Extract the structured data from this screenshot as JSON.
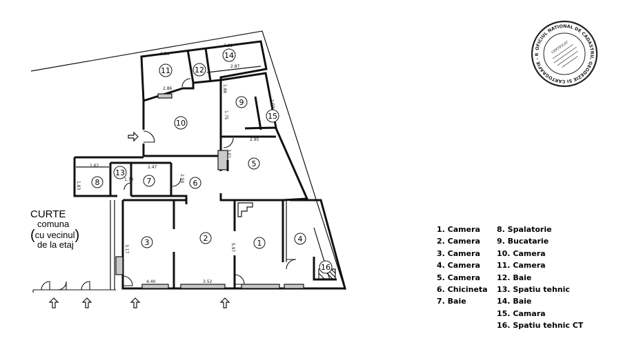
{
  "curte": {
    "title": "CURTE",
    "line1": "comuna",
    "line2": "cu vecinul",
    "line3": "de la etaj"
  },
  "rooms": [
    {
      "num": "1",
      "name": "Camera"
    },
    {
      "num": "2",
      "name": "Camera"
    },
    {
      "num": "3",
      "name": "Camera"
    },
    {
      "num": "4",
      "name": "Camera"
    },
    {
      "num": "5",
      "name": "Camera"
    },
    {
      "num": "6",
      "name": "Chicineta"
    },
    {
      "num": "7",
      "name": "Baie"
    },
    {
      "num": "8",
      "name": "Spalatorie"
    },
    {
      "num": "9",
      "name": "Bucatarie"
    },
    {
      "num": "10",
      "name": "Camera"
    },
    {
      "num": "11",
      "name": "Camera"
    },
    {
      "num": "12",
      "name": "Baie"
    },
    {
      "num": "13",
      "name": "Spatiu tehnic"
    },
    {
      "num": "14",
      "name": "Baie"
    },
    {
      "num": "15",
      "name": "Camara"
    },
    {
      "num": "16",
      "name": "Spatiu tehnic CT"
    }
  ],
  "legend": {
    "col1": [
      "1. Camera",
      "2. Camera",
      "3. Camera",
      "4. Camera",
      "5. Camera",
      "6. Chicineta",
      "7. Baie"
    ],
    "col2": [
      "8. Spalatorie",
      "9. Bucatarie",
      "10. Camera",
      "11. Camera",
      "12. Baie",
      "13. Spatiu tehnic",
      "14. Baie",
      "15. Camara",
      "16. Spatiu tehnic CT"
    ]
  },
  "dimensions": [
    "2.56",
    "2.86",
    "2.91",
    "2.87",
    "1.86",
    "1.75",
    "2.02",
    "2.95",
    "2.47",
    "3.01",
    "1.62",
    "1.83",
    "1.73",
    "3.17",
    "5.97",
    "4.40",
    "3.52",
    "2.59"
  ],
  "stamp": {
    "outer_text": "OFICIUL NATIONAL DE CADASTRU, GEODEZIE SI CARTOGRAFIE - ROMANIA",
    "inner_text": "CERTIFICAT"
  },
  "icons": [
    "entrance-arrow-icon",
    "door-swing-icon",
    "stairs-icon"
  ]
}
